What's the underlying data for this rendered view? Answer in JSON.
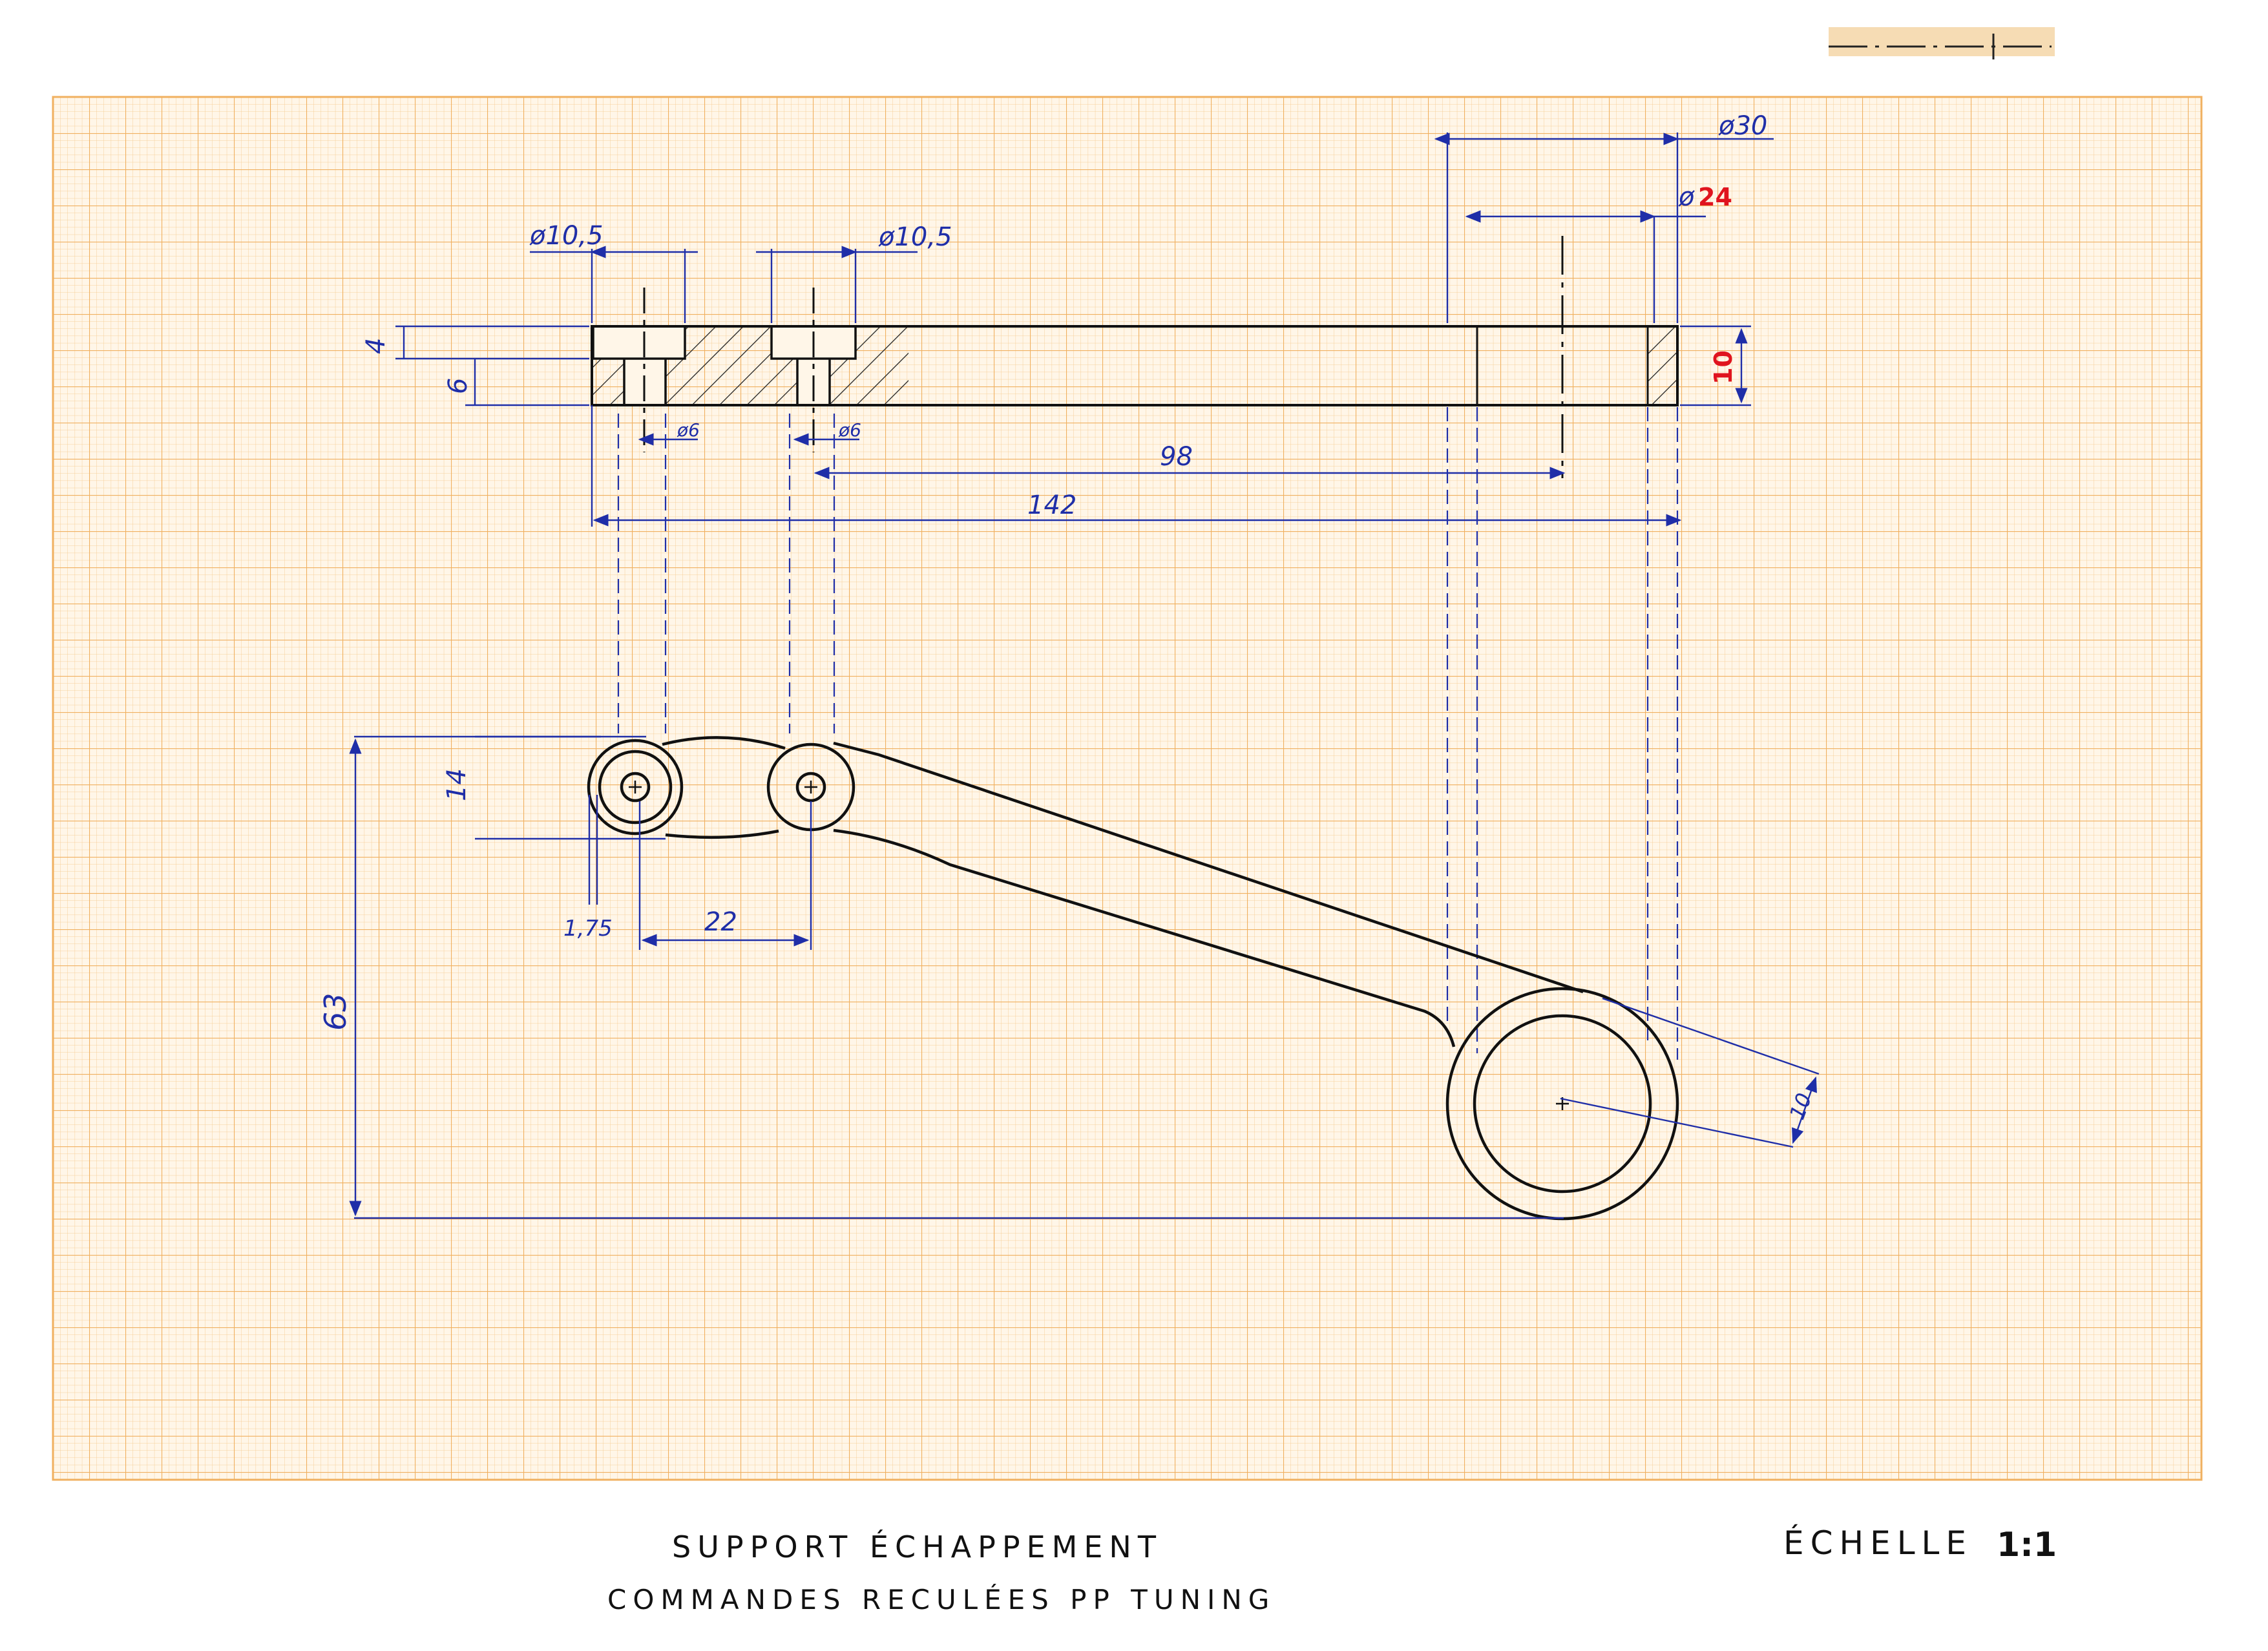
{
  "colors": {
    "grid_fine": "#f6cf98",
    "grid_coarse": "#f0b060",
    "paper": "#fff6e8",
    "ink_blue": "#1f2ea8",
    "ink_black": "#111111",
    "ink_red": "#e0141e",
    "hatch": "#1b1b1b"
  },
  "dimensions": {
    "hole_dia_left": "ø10,5",
    "hole_dia_mid": "ø10,5",
    "outer_dia": "ø30",
    "inner_dia_prefix": "ø",
    "inner_dia_value": "24",
    "depth_top": "4",
    "depth_rest": "6",
    "thickness": "10",
    "small_dia_left": "ø6",
    "small_dia_mid": "ø6",
    "len_98": "98",
    "len_142": "142",
    "height_14": "14",
    "height_63": "63",
    "offset_175": "1,75",
    "spacing_22": "22",
    "arm_width": "10"
  },
  "title": {
    "line1": "SUPPORT ÉCHAPPEMENT",
    "line2": "COMMANDES RECULÉES PP TUNING",
    "scale_label": "ÉCHELLE",
    "scale_value": "1:1"
  }
}
